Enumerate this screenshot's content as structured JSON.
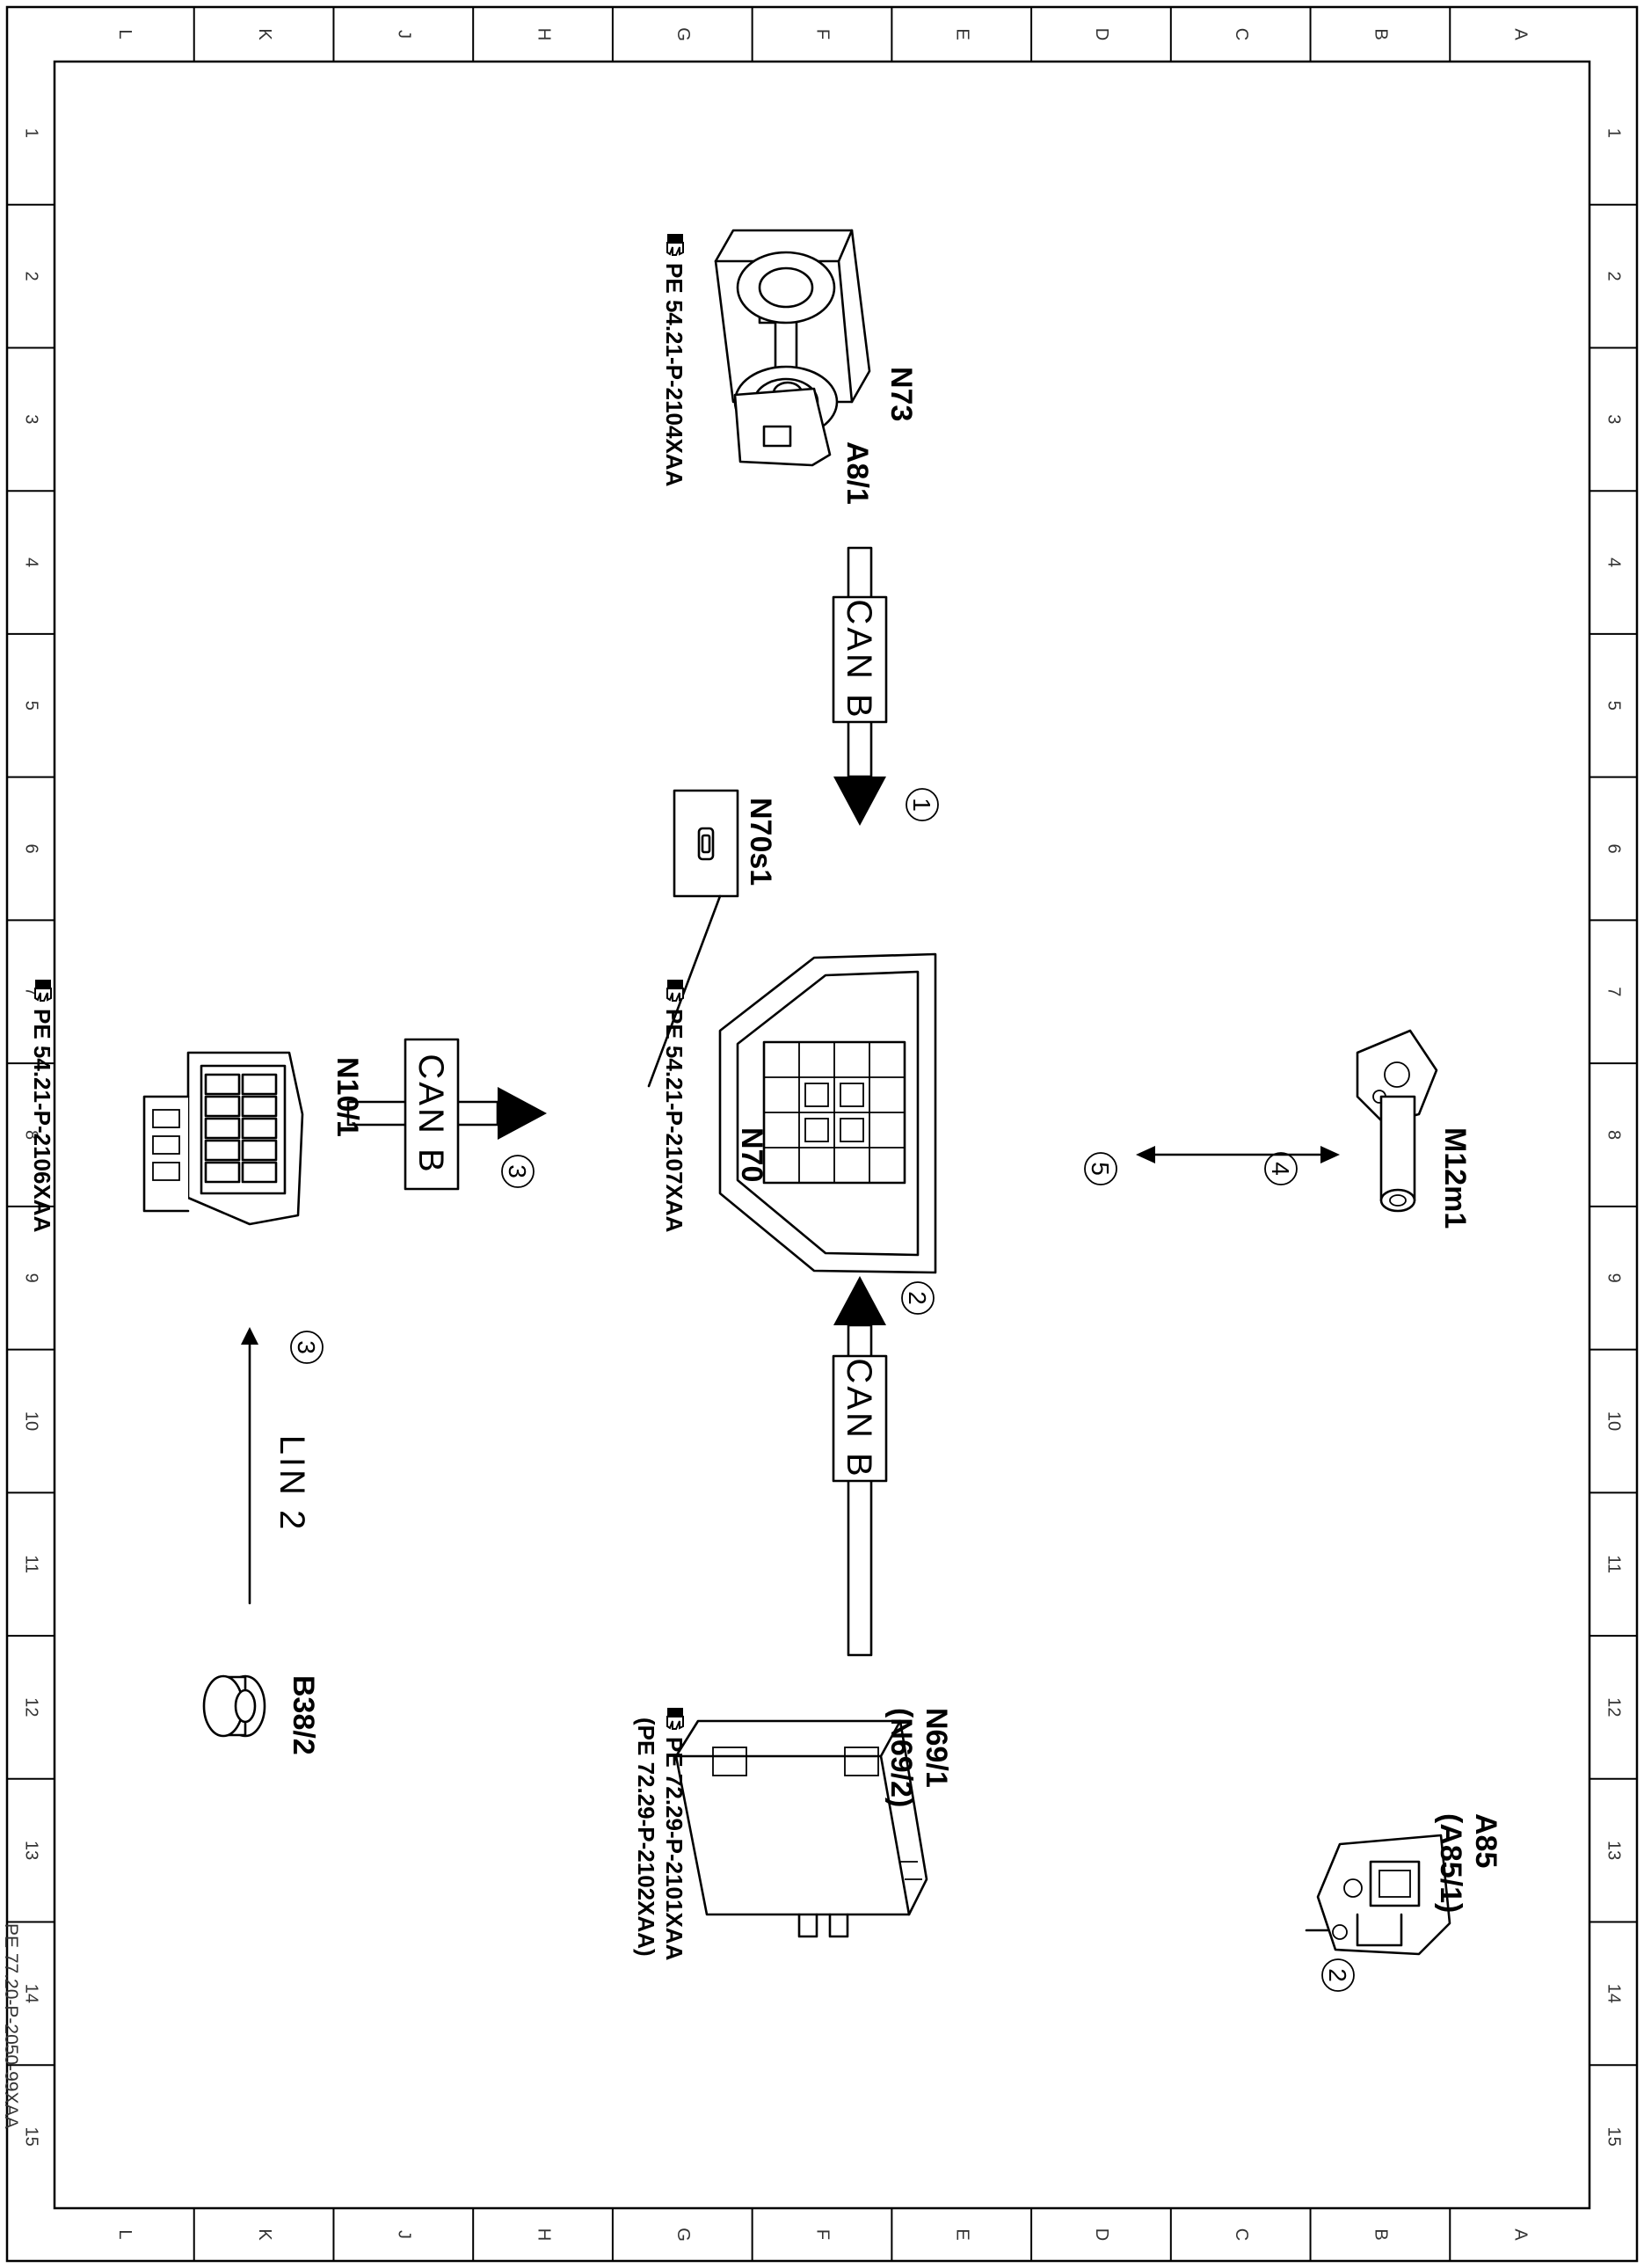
{
  "grid": {
    "columns": [
      "L",
      "K",
      "J",
      "H",
      "G",
      "F",
      "E",
      "D",
      "C",
      "B",
      "A"
    ],
    "rows": [
      "1",
      "2",
      "3",
      "4",
      "5",
      "6",
      "7",
      "8",
      "9",
      "10",
      "11",
      "12",
      "13",
      "14",
      "15"
    ]
  },
  "components": {
    "n73": {
      "label": "N73",
      "sub": "A8/1",
      "ref": "PE 54.21-P-2104XAA"
    },
    "n70": {
      "label": "N70",
      "ref": "PE 54.21-P-2107XAA"
    },
    "n70s1": {
      "label": "N70s1"
    },
    "n10_1": {
      "label": "N10/1",
      "ref": "PE 54.21-P-2106XAA"
    },
    "b38_2": {
      "label": "B38/2"
    },
    "n69": {
      "label": "N69/1",
      "sub": "(N69/2)",
      "ref": "PE 72.29-P-2101XAA",
      "ref2": "(PE 72.29-P-2102XAA)"
    },
    "a85": {
      "label": "A85",
      "sub": "(A85/1)"
    },
    "m12m1": {
      "label": "M12m1"
    }
  },
  "connections": {
    "can_top": {
      "label": "CAN B",
      "step": "1"
    },
    "can_bottom": {
      "label": "CAN B",
      "step": "2"
    },
    "can_left": {
      "label": "CAN B",
      "step": "3"
    },
    "lin": {
      "label": "LIN 2",
      "step": "3"
    },
    "a85_link": {
      "step": "2"
    },
    "m12m1_link": {
      "step_a": "4",
      "step_b": "5"
    }
  },
  "doc_id": "PE 77.20-P-2050-99XAA"
}
